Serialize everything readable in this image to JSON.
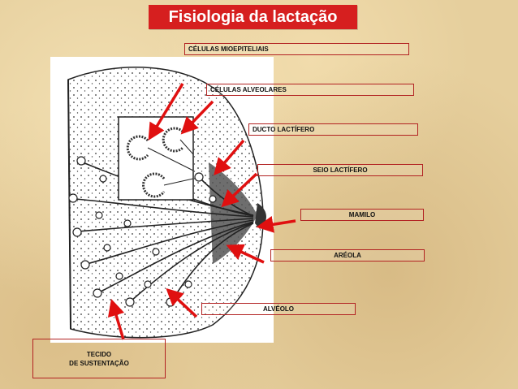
{
  "title": "Fisiologia da lactação",
  "labels": {
    "mioepiteliais": "CÉLULAS MIOEPITELIAIS",
    "alveolares": "CÉLULAS ALVEOLARES",
    "ducto": "DUCTO LACTÍFERO",
    "seio": "SEIO LACTÍFERO",
    "mamilo": "MAMILO",
    "areola": "ARÉOLA",
    "alveolo": "ALVÉOLO",
    "tecido_line1": "TECIDO",
    "tecido_line2": "DE SUSTENTAÇÃO"
  },
  "colors": {
    "title_bg": "#d61f1f",
    "arrow": "#e01010",
    "label_border": "#b22222"
  }
}
